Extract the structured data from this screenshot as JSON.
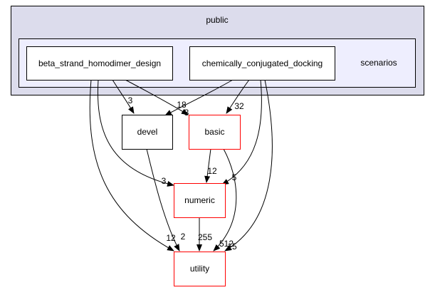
{
  "clusters": {
    "outer": {
      "label": "public",
      "fill": "#dcdcec",
      "stroke": "#000000"
    },
    "inner": {
      "label": "scenarios",
      "fill": "#eeeefe",
      "stroke": "#000000"
    }
  },
  "nodes": {
    "beta_strand": {
      "label": "beta_strand_homodimer_design",
      "stroke": "#000000"
    },
    "chem_conj": {
      "label": "chemically_conjugated_docking",
      "stroke": "#000000"
    },
    "devel": {
      "label": "devel",
      "stroke": "#000000"
    },
    "basic": {
      "label": "basic",
      "stroke": "#ff0000"
    },
    "numeric": {
      "label": "numeric",
      "stroke": "#ff0000"
    },
    "utility": {
      "label": "utility",
      "stroke": "#ff0000"
    }
  },
  "edges": [
    {
      "id": "beta-devel",
      "from": "beta_strand_homodimer_design",
      "to": "devel",
      "label": "3"
    },
    {
      "id": "beta-basic",
      "from": "beta_strand_homodimer_design",
      "to": "basic",
      "label": "18"
    },
    {
      "id": "beta-numeric",
      "from": "beta_strand_homodimer_design",
      "to": "numeric",
      "label": "3"
    },
    {
      "id": "beta-utility",
      "from": "beta_strand_homodimer_design",
      "to": "utility",
      "label": "12"
    },
    {
      "id": "chem-devel",
      "from": "chemically_conjugated_docking",
      "to": "devel",
      "label": "3"
    },
    {
      "id": "chem-basic",
      "from": "chemically_conjugated_docking",
      "to": "basic",
      "label": "32"
    },
    {
      "id": "chem-numeric",
      "from": "chemically_conjugated_docking",
      "to": "numeric",
      "label": "5"
    },
    {
      "id": "chem-utility",
      "from": "chemically_conjugated_docking",
      "to": "utility",
      "label": "15"
    },
    {
      "id": "devel-utility",
      "from": "devel",
      "to": "utility",
      "label": "2"
    },
    {
      "id": "basic-numeric",
      "from": "basic",
      "to": "numeric",
      "label": "12"
    },
    {
      "id": "basic-utility",
      "from": "basic",
      "to": "utility",
      "label": "512"
    },
    {
      "id": "numeric-utility",
      "from": "numeric",
      "to": "utility",
      "label": "255"
    }
  ]
}
